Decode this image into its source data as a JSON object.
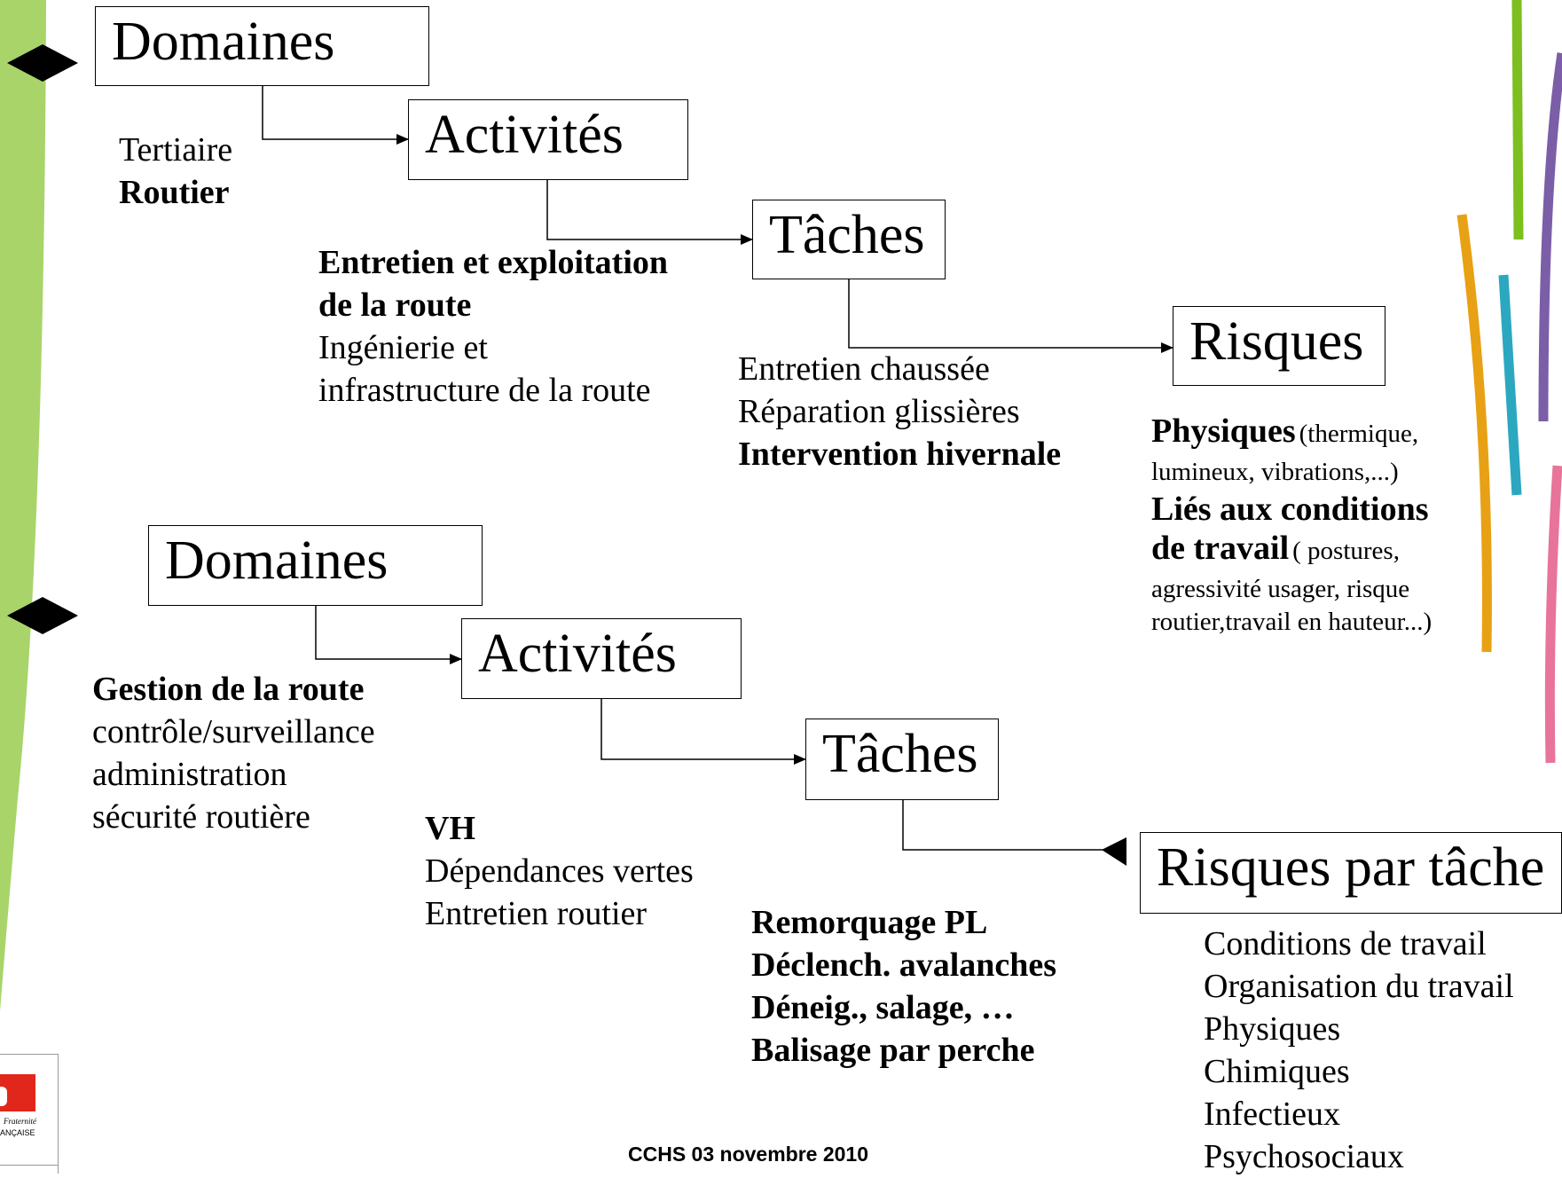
{
  "section1": {
    "domaines": "Domaines",
    "activites": "Activités",
    "taches": "Tâches",
    "risques": "Risques",
    "domaines_items": [
      "Tertiaire",
      "Routier"
    ],
    "activites_items": [
      "Entretien et exploitation",
      "de la route",
      "Ingénierie et",
      "infrastructure de la route"
    ],
    "taches_items": [
      "Entretien chaussée",
      "Réparation glissières",
      "Intervention hivernale"
    ],
    "risques_text": {
      "physiques": "Physiques",
      "physiques_detail_1": "(thermique,",
      "physiques_detail_2": "lumineux, vibrations,...)",
      "lies_1": "Liés aux conditions",
      "lies_2": "de travail",
      "lies_detail_1": "( postures,",
      "lies_detail_2": "agressivité usager, risque",
      "lies_detail_3": "routier,travail en hauteur...)"
    }
  },
  "section2": {
    "domaines": "Domaines",
    "activites": "Activités",
    "taches": "Tâches",
    "risques": "Risques par tâche",
    "domaines_items": [
      "Gestion de la route",
      "contrôle/surveillance",
      "administration",
      "sécurité routière"
    ],
    "activites_items": [
      "VH",
      "Dépendances vertes",
      "Entretien routier"
    ],
    "taches_items": [
      "Remorquage PL",
      "Déclench. avalanches",
      "Déneig., salage, …",
      "Balisage par perche"
    ],
    "risques_items": [
      "Conditions de travail",
      "Organisation du travail",
      "Physiques",
      "Chimiques",
      "Infectieux",
      "Psychosociaux"
    ]
  },
  "logo": {
    "text_1": "Fraternité",
    "text_2": "ANÇAISE"
  },
  "footer": "CCHS 03 novembre 2010",
  "colors": {
    "left_band": "#a9d46a",
    "green_stroke": "#7cbf1e",
    "purple_stroke": "#7b5ea7",
    "orange_stroke": "#e8a114",
    "teal_stroke": "#2ba8c0",
    "pink_stroke": "#e8749a",
    "logo_red": "#e1271b"
  }
}
